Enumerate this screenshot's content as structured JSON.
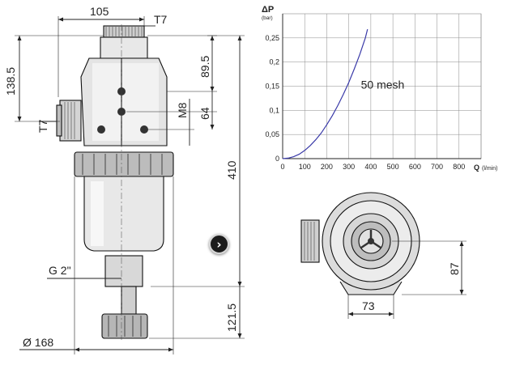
{
  "side_view": {
    "dims": {
      "top_width": "105",
      "top_thread": "T7",
      "left_height": "138.5",
      "left_thread": "T7",
      "upper_height": "89.5",
      "bolt": "M8",
      "bolt_spacing": "64",
      "total_height": "410",
      "outlet_thread": "G 2\"",
      "drain_height": "121.5",
      "diameter": "Ø 168"
    }
  },
  "chart_data": {
    "type": "line",
    "ylabel": "ΔP",
    "ylabel_unit": "(bar)",
    "xlabel": "Q",
    "xlabel_unit": "(l/min)",
    "xticks": [
      "0",
      "100",
      "200",
      "300",
      "400",
      "500",
      "600",
      "700",
      "800"
    ],
    "yticks": [
      "0",
      "0,05",
      "0,1",
      "0,15",
      "0,2",
      "0,25"
    ],
    "xlim": [
      0,
      900
    ],
    "ylim": [
      0,
      0.3
    ],
    "grid": true,
    "annotation": "50 mesh",
    "series": [
      {
        "name": "50 mesh",
        "x": [
          0,
          25,
          50,
          75,
          100,
          125,
          150,
          175,
          200,
          225,
          250,
          275,
          300,
          325,
          350,
          375,
          385
        ],
        "y": [
          0,
          0.001,
          0.004,
          0.009,
          0.017,
          0.027,
          0.039,
          0.053,
          0.07,
          0.089,
          0.11,
          0.133,
          0.158,
          0.186,
          0.216,
          0.25,
          0.268
        ],
        "color": "#3a3aa8"
      }
    ]
  },
  "top_view": {
    "dims": {
      "width": "73",
      "height": "87"
    }
  },
  "nav": {
    "next_button": "›"
  }
}
